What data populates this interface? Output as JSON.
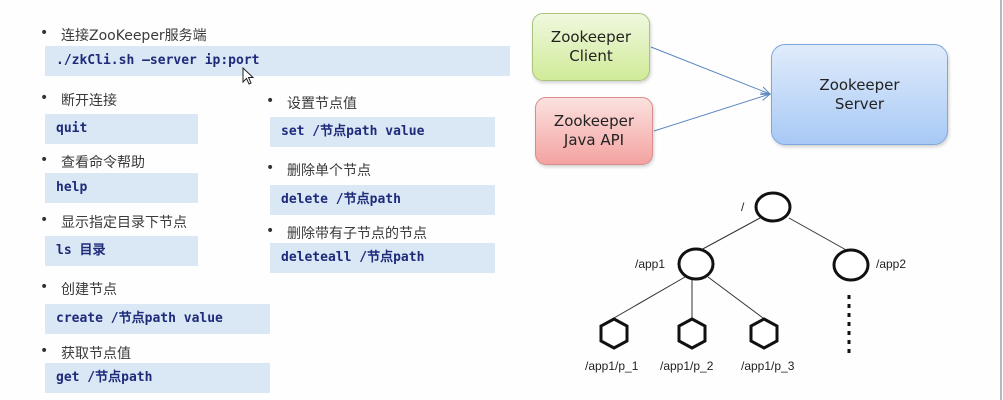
{
  "commands_left": [
    {
      "label": "连接ZooKeeper服务端",
      "code": "./zkCli.sh –server ip:port"
    },
    {
      "label": "断开连接",
      "code": "quit"
    },
    {
      "label": "查看命令帮助",
      "code": "help"
    },
    {
      "label": "显示指定目录下节点",
      "code": "ls 目录"
    },
    {
      "label": "创建节点",
      "code": "create /节点path value"
    },
    {
      "label": "获取节点值",
      "code": "get /节点path"
    }
  ],
  "commands_right": [
    {
      "label": "设置节点值",
      "code": "set /节点path value"
    },
    {
      "label": "删除单个节点",
      "code": "delete /节点path"
    },
    {
      "label": "删除带有子节点的节点",
      "code": "deleteall /节点path"
    }
  ],
  "bullet": "•",
  "architecture": {
    "client": [
      "Zookeeper",
      "Client"
    ],
    "java_api": [
      "Zookeeper",
      "Java API"
    ],
    "server": [
      "Zookeeper",
      "Server"
    ],
    "colors": {
      "client": "#d0eb98",
      "java_api": "#f3a3a1",
      "server": "#a8c9f5",
      "arrow": "#5b86c0"
    }
  },
  "tree": {
    "root": "/",
    "app1": "/app1",
    "app2": "/app2",
    "children": [
      "/app1/p_1",
      "/app1/p_2",
      "/app1/p_3"
    ]
  }
}
